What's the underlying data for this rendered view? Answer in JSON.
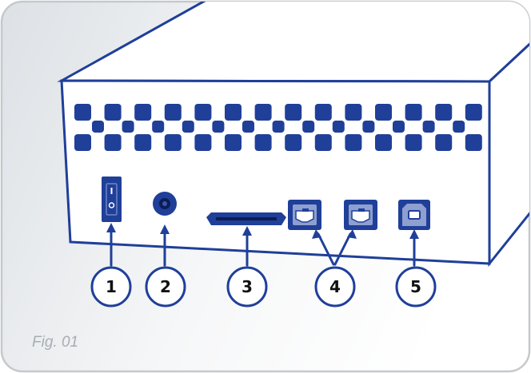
{
  "figure": {
    "caption": "Fig. 01",
    "colors": {
      "device_blue": "#1f3f99",
      "device_blue_light": "#6d86c9",
      "port_face": "#8e9fd0",
      "background_light": "#ffffff",
      "background_shade": "#dfe3e7",
      "frame_border": "#c5c9cd",
      "caption_gray": "#a8adb2"
    },
    "callouts": [
      {
        "number": "1",
        "icon": "power-switch-icon"
      },
      {
        "number": "2",
        "icon": "power-jack-icon"
      },
      {
        "number": "3",
        "icon": "esata-port-icon"
      },
      {
        "number": "4",
        "icon": "firewire-800-port-icon"
      },
      {
        "number": "5",
        "icon": "usb-b-port-icon"
      }
    ]
  }
}
